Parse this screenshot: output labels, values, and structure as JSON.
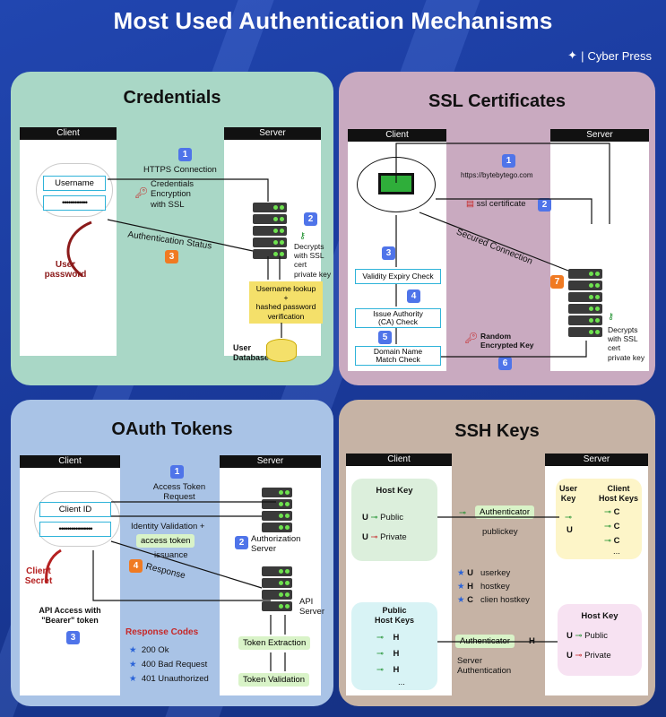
{
  "title": "Most Used Authentication Mechanisms",
  "brand": "Cyber Press",
  "credentials": {
    "title": "Credentials",
    "client": "Client",
    "server": "Server",
    "username": "Username",
    "password_dots": "••••••••••••",
    "step1": "1",
    "step2": "2",
    "step3": "3",
    "https": "HTTPS Connection",
    "encryption": "Credentials\nEncryption\nwith SSL",
    "auth_status": "Authentication Status",
    "user_password": "User\npassword",
    "decrypts": "Decrypts\nwith SSL\ncert\nprivate key",
    "lookup": "Username lookup\n+\nhashed password\nverification",
    "database": "User\nDatabase"
  },
  "ssl": {
    "title": "SSL Certificates",
    "client": "Client",
    "server": "Server",
    "step1": "1",
    "step2": "2",
    "step3": "3",
    "step4": "4",
    "step5": "5",
    "step6": "6",
    "step7": "7",
    "url": "https://bytebytego.com",
    "certificate": "ssl certificate",
    "secured": "Secured Connection",
    "validity": "Validity Expiry Check",
    "issue": "Issue Authority\n(CA) Check",
    "domain": "Domain Name\nMatch Check",
    "random": "Random\nEncrypted Key",
    "decrypts": "Decrypts\nwith SSL\ncert\nprivate key"
  },
  "oauth": {
    "title": "OAuth Tokens",
    "client": "Client",
    "server": "Server",
    "step1": "1",
    "step2": "2",
    "step3": "3",
    "step4": "4",
    "client_id": "Client ID",
    "secret_dots": "••••••••••••••••",
    "access_request": "Access Token\nRequest",
    "identity": "Identity Validation +",
    "access_token": "access token",
    "issuance": "issuance",
    "auth_server": "Authorization\nServer",
    "response": "Response",
    "client_secret": "Client\nSecret",
    "api_access": "API Access with\n\"Bearer\" token",
    "api_server": "API\nServer",
    "response_codes_title": "Response Codes",
    "response_codes": [
      "200 Ok",
      "400 Bad Request",
      "401 Unauthorized"
    ],
    "token_extraction": "Token Extraction",
    "token_validation": "Token Validation"
  },
  "ssh": {
    "title": "SSH Keys",
    "client": "Client",
    "server": "Server",
    "host_key": "Host Key",
    "public": "Public",
    "private": "Private",
    "authenticator": "Authenticator",
    "publickey": "publickey",
    "user_key": "User\nKey",
    "client_host_keys": "Client\nHost Keys",
    "legend": [
      {
        "sym": "U",
        "label": "userkey"
      },
      {
        "sym": "H",
        "label": "hostkey"
      },
      {
        "sym": "C",
        "label": "clien hostkey"
      }
    ],
    "public_host_keys": "Public\nHost Keys",
    "server_host_key": "Host Key",
    "authenticator2": "Authenticator",
    "auth_sym": "H",
    "server_auth": "Server\nAuthentication",
    "u": "U",
    "h": "H",
    "c": "C",
    "dots": "..."
  },
  "colors": {
    "credentials_bg": "#a9d7c6",
    "ssl_bg": "#c9aac0",
    "oauth_bg": "#a9c3e6",
    "ssh_bg": "#c6b3a5",
    "step_blue": "#4f74e9",
    "step_orange": "#f07a22"
  }
}
